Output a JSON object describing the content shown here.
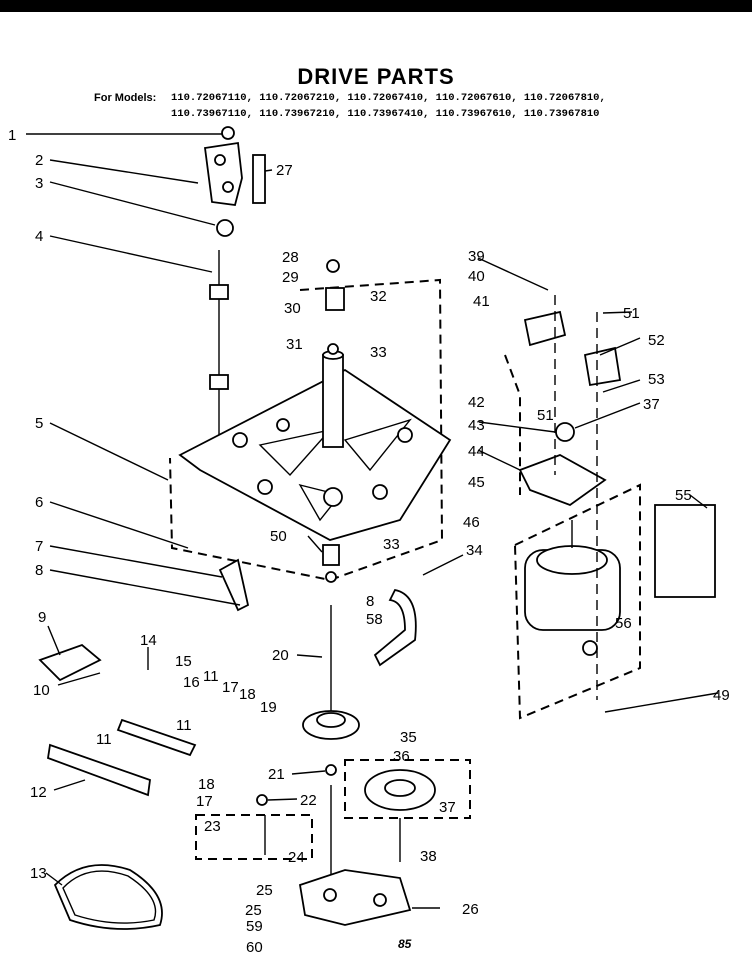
{
  "title": "DRIVE PARTS",
  "models_label": "For Models:",
  "models_line1": "110.72067110, 110.72067210, 110.72067410, 110.72067610, 110.72067810,",
  "models_line2": "110.73967110, 110.73967210, 110.73967410, 110.73967610, 110.73967810",
  "diagram_code": "85",
  "labels": [
    "1",
    "2",
    "3",
    "4",
    "5",
    "6",
    "7",
    "8",
    "9",
    "10",
    "11",
    "11",
    "11",
    "12",
    "13",
    "14",
    "15",
    "16",
    "17",
    "17",
    "18",
    "18",
    "19",
    "20",
    "21",
    "22",
    "23",
    "24",
    "25",
    "25",
    "26",
    "27",
    "28",
    "29",
    "30",
    "31",
    "32",
    "33",
    "33",
    "34",
    "35",
    "36",
    "37",
    "37",
    "38",
    "39",
    "40",
    "41",
    "42",
    "43",
    "44",
    "45",
    "46",
    "49",
    "50",
    "51",
    "51",
    "52",
    "53",
    "55",
    "56",
    "58",
    "8",
    "59",
    "60"
  ]
}
